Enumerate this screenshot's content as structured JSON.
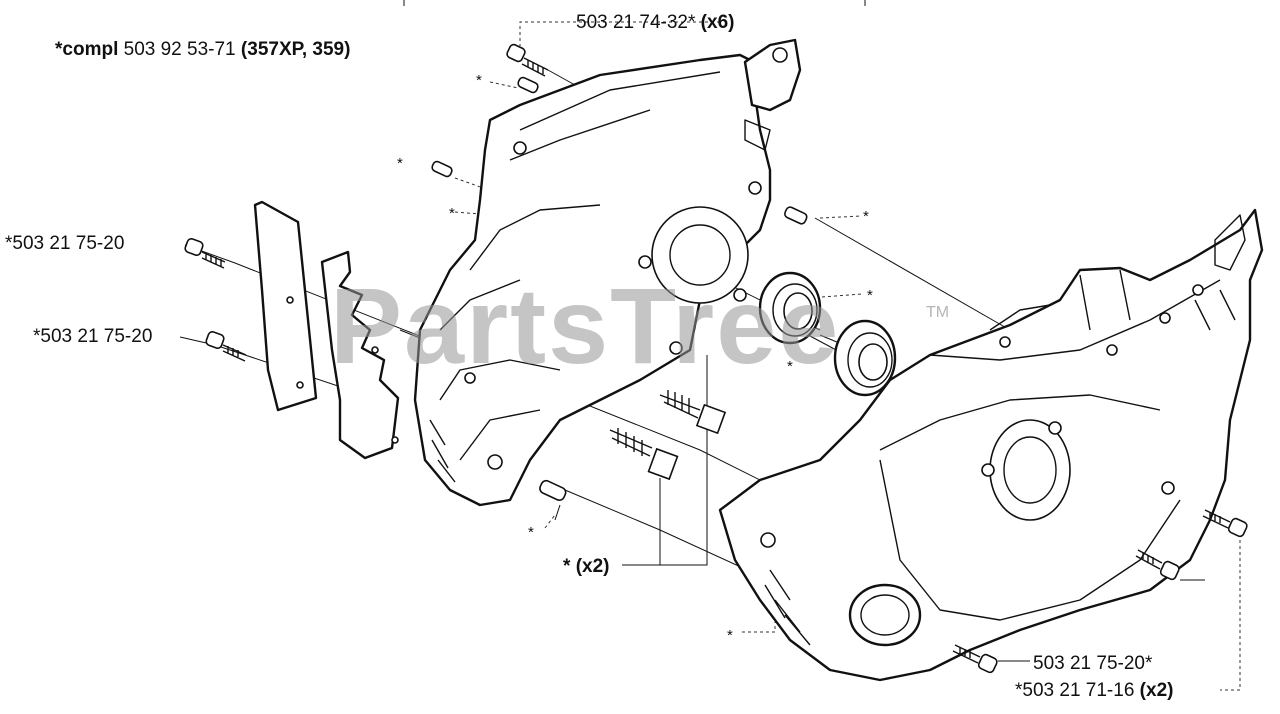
{
  "diagram": {
    "assembly_note": {
      "prefix": "*compl",
      "part": "503 92 53-71",
      "models": "(357XP, 359)"
    },
    "callouts": [
      {
        "id": "top-screw",
        "part": "503 21 74-32*",
        "qty": "(x6)"
      },
      {
        "id": "left-screw-1",
        "part": "*503 21 75-20",
        "qty": ""
      },
      {
        "id": "left-screw-2",
        "part": "*503 21 75-20",
        "qty": ""
      },
      {
        "id": "pins",
        "part": "*",
        "qty": "(x2)"
      },
      {
        "id": "bottom-screw-1",
        "part": "503 21 75-20*",
        "qty": ""
      },
      {
        "id": "bottom-screw-2",
        "part": "*503 21 71-16",
        "qty": "(x2)"
      }
    ],
    "star_marker": "*",
    "watermark": "PartsTree",
    "trademark": "TM"
  }
}
